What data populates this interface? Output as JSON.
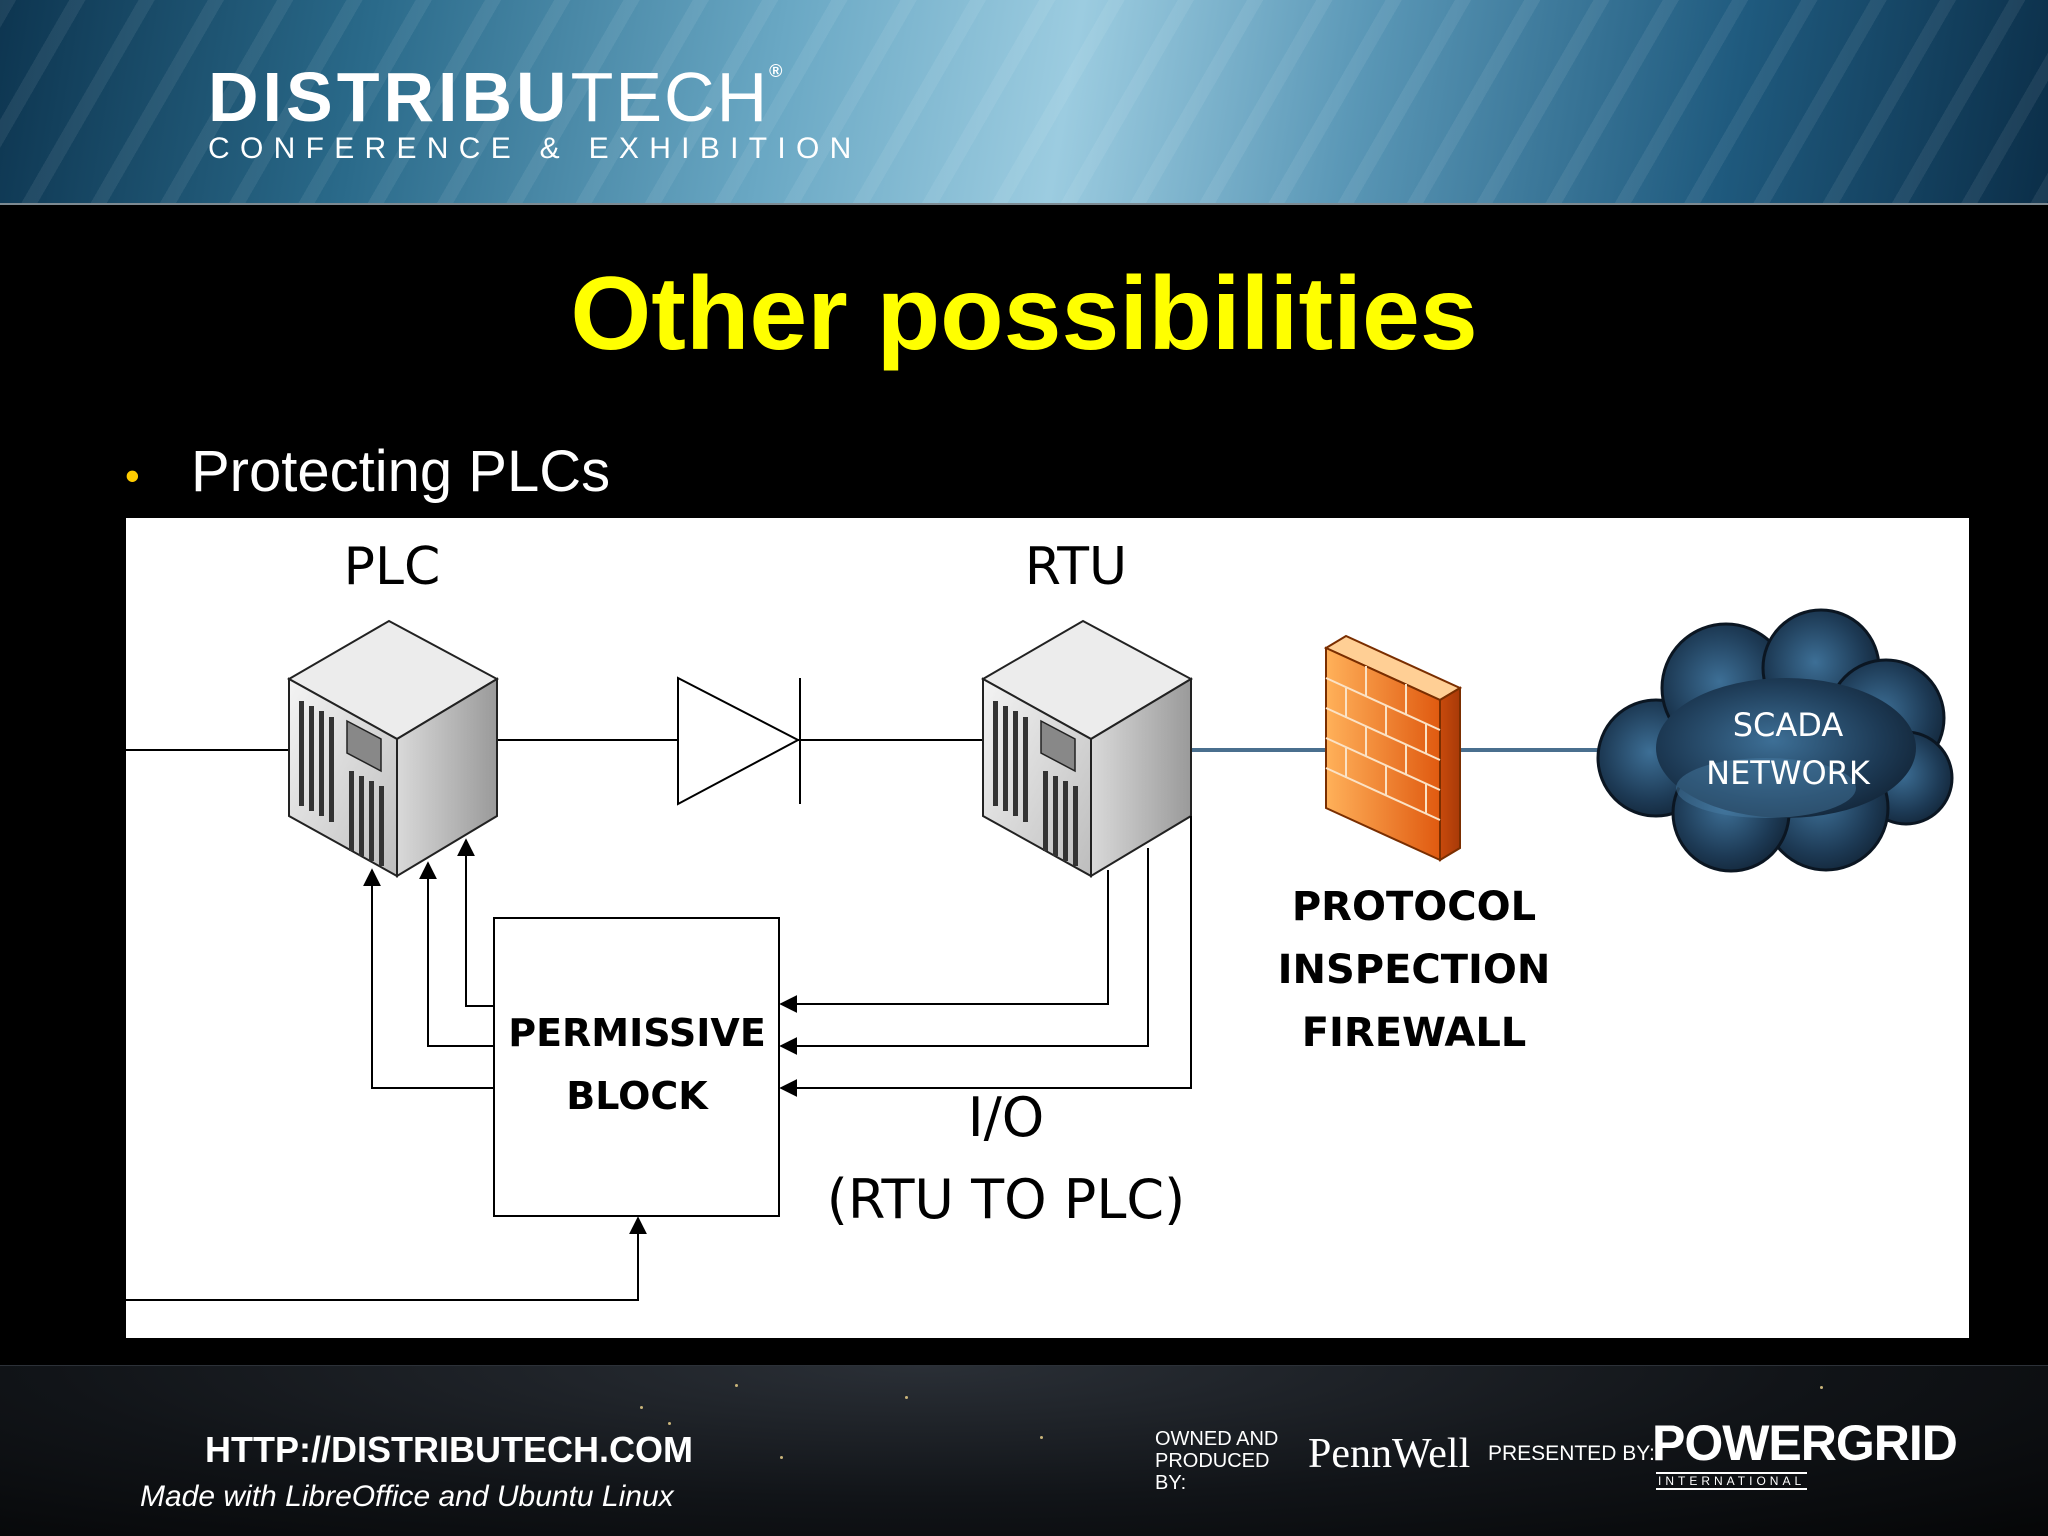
{
  "header": {
    "brand_bold": "DISTRIBU",
    "brand_light": "TECH",
    "brand_reg": "®",
    "brand_sub": "CONFERENCE & EXHIBITION"
  },
  "slide": {
    "title": "Other possibilities",
    "bullet": "Protecting PLCs"
  },
  "diagram": {
    "plc_label": "PLC",
    "rtu_label": "RTU",
    "scada_line1": "SCADA",
    "scada_line2": "NETWORK",
    "firewall_line1": "PROTOCOL",
    "firewall_line2": "INSPECTION",
    "firewall_line3": "FIREWALL",
    "block_line1": "PERMISSIVE",
    "block_line2": "BLOCK",
    "io_line1": "I/O",
    "io_line2": "(RTU TO PLC)"
  },
  "footer": {
    "url": "HTTP://DISTRIBUTECH.COM",
    "made_with": "Made with  LibreOffice and Ubuntu Linux",
    "owned_by": "OWNED AND PRODUCED BY:",
    "pennwell": "PennWell",
    "presented_by": "PRESENTED BY:",
    "powergrid": "POWERGRID",
    "international": "INTERNATIONAL"
  },
  "colors": {
    "title": "#ffff00",
    "firewall": "#f07a2a",
    "cloud": "#1d3a55"
  }
}
